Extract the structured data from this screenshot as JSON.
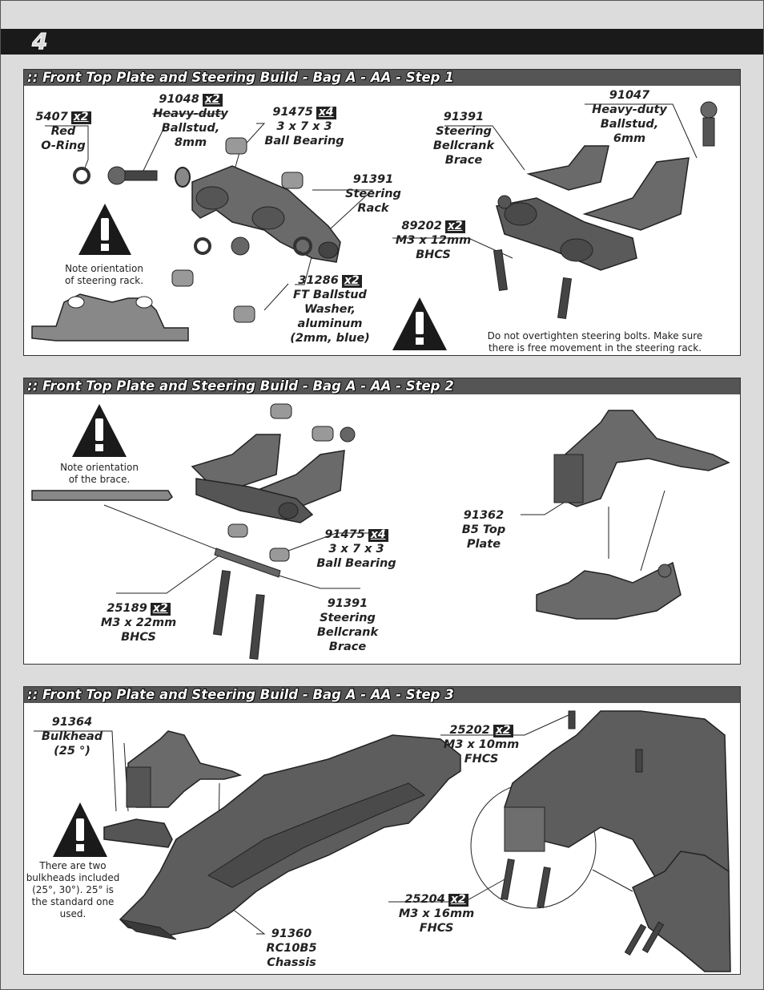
{
  "step_number": "4",
  "steps": [
    {
      "title": ":: Front Top Plate and Steering Build - Bag A - AA - Step 1",
      "parts": [
        {
          "num": "5407",
          "qty": "x2",
          "desc": [
            "Red",
            "O-Ring"
          ]
        },
        {
          "num": "91048",
          "qty": "x2",
          "desc": [
            "Heavy-duty",
            "Ballstud,",
            "8mm"
          ]
        },
        {
          "num": "91475",
          "qty": "x4",
          "desc": [
            "3 x 7 x 3",
            "Ball Bearing"
          ]
        },
        {
          "num": "91391",
          "qty": "",
          "desc": [
            "Steering",
            "Rack"
          ]
        },
        {
          "num": "31286",
          "qty": "x2",
          "desc": [
            "FT Ballstud",
            "Washer,",
            "aluminum",
            "(2mm, blue)"
          ]
        },
        {
          "num": "91391",
          "qty": "",
          "desc": [
            "Steering",
            "Bellcrank",
            "Brace"
          ]
        },
        {
          "num": "91047",
          "qty": "",
          "desc": [
            "Heavy-duty",
            "Ballstud,",
            "6mm"
          ]
        },
        {
          "num": "89202",
          "qty": "x2",
          "desc": [
            "M3 x 12mm",
            "BHCS"
          ]
        }
      ],
      "notes": [
        "Note orientation\nof steering rack.",
        "Do not overtighten steering bolts.  Make sure\nthere is free movement in the steering rack."
      ]
    },
    {
      "title": ":: Front Top Plate and Steering Build - Bag A - AA -  Step 2",
      "parts": [
        {
          "num": "91475",
          "qty": "x4",
          "desc": [
            "3 x 7 x 3",
            "Ball Bearing"
          ]
        },
        {
          "num": "91362",
          "qty": "",
          "desc": [
            "B5 Top",
            "Plate"
          ]
        },
        {
          "num": "25189",
          "qty": "x2",
          "desc": [
            "M3 x 22mm",
            "BHCS"
          ]
        },
        {
          "num": "91391",
          "qty": "",
          "desc": [
            "Steering",
            "Bellcrank",
            "Brace"
          ]
        }
      ],
      "notes": [
        "Note orientation\nof the brace."
      ]
    },
    {
      "title": ":: Front Top Plate and Steering Build - Bag A - AA - Step 3",
      "parts": [
        {
          "num": "91364",
          "qty": "",
          "desc": [
            "Bulkhead",
            "(25 °)"
          ]
        },
        {
          "num": "25202",
          "qty": "x2",
          "desc": [
            "M3 x 10mm",
            "FHCS"
          ]
        },
        {
          "num": "25204",
          "qty": "x2",
          "desc": [
            "M3 x 16mm",
            "FHCS"
          ]
        },
        {
          "num": "91360",
          "qty": "",
          "desc": [
            "RC10B5",
            "Chassis"
          ]
        }
      ],
      "notes": [
        "There are two\nbulkheads included\n(25°, 30°).  25° is\nthe standard one\nused."
      ]
    }
  ]
}
